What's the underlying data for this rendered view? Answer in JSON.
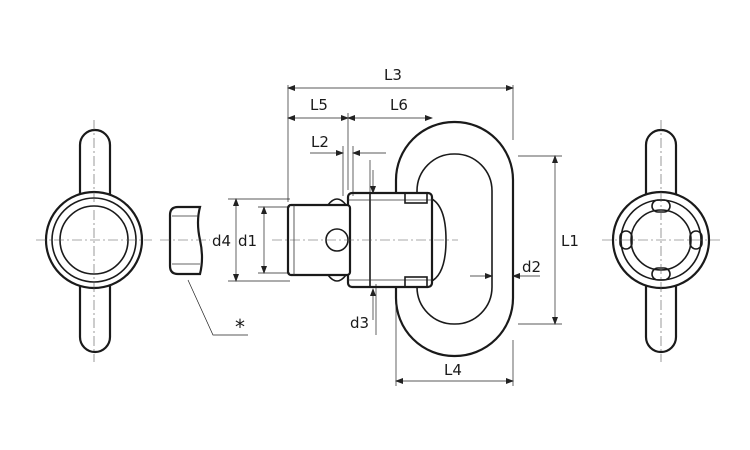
{
  "labels": {
    "L3": "L3",
    "L5": "L5",
    "L6": "L6",
    "L2": "L2",
    "L1": "L1",
    "L4": "L4",
    "d4": "d4",
    "d1": "d1",
    "d2": "d2",
    "d3": "d3",
    "note": "*"
  },
  "colors": {
    "line": "#1a1a1a",
    "background": "#ffffff"
  }
}
